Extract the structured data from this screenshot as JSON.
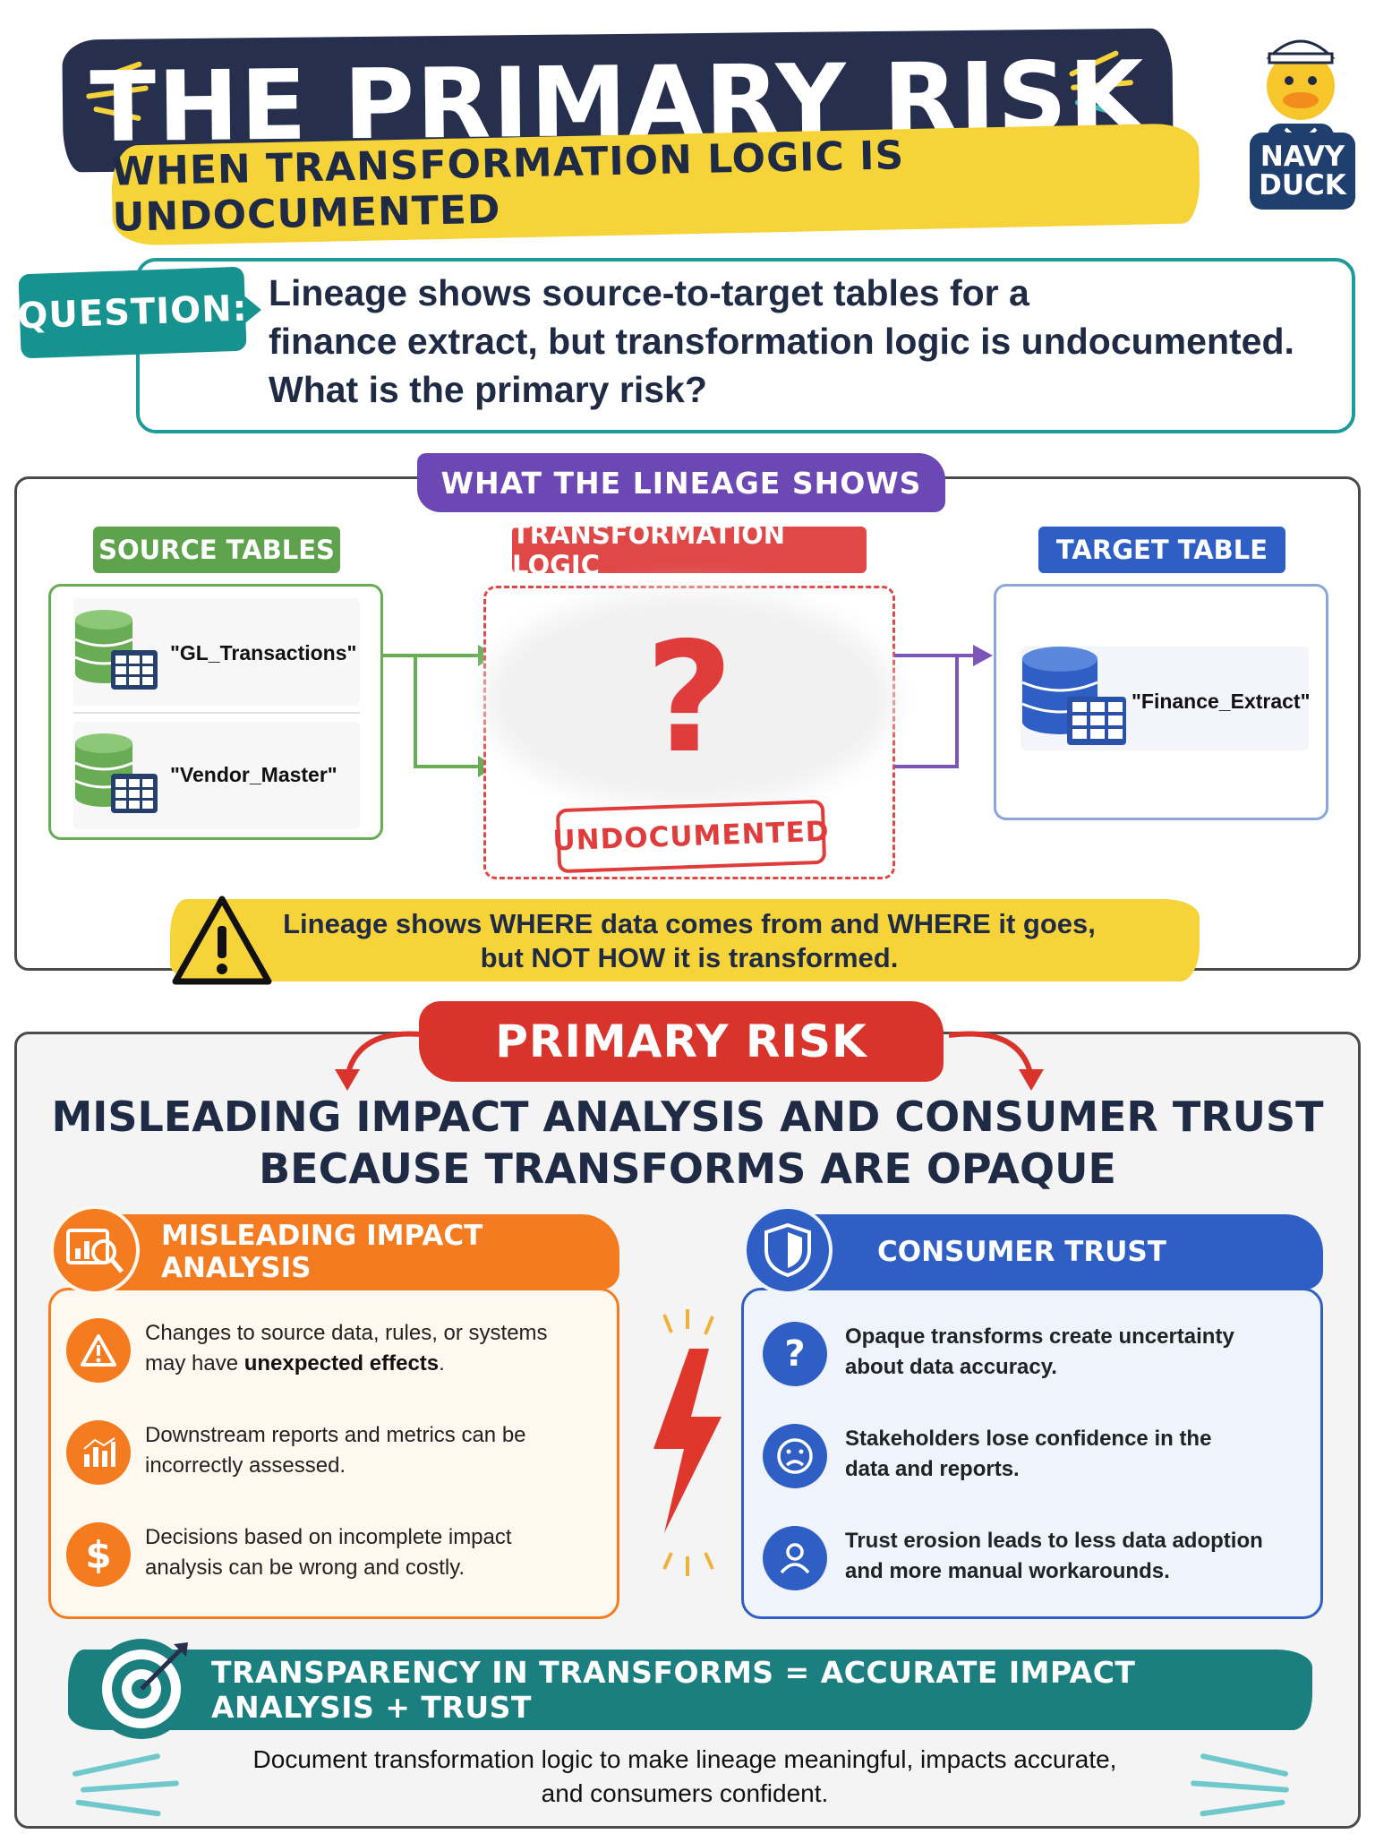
{
  "header": {
    "title": "THE PRIMARY RISK",
    "subtitle": "WHEN TRANSFORMATION LOGIC IS UNDOCUMENTED",
    "logo_line1": "NAVY",
    "logo_line2": "DUCK"
  },
  "question": {
    "tag": "QUESTION:",
    "lines": [
      "Lineage shows source-to-target tables for a",
      "finance extract, but transformation logic is undocumented.",
      "What is the primary risk?"
    ]
  },
  "lineage": {
    "banner": "WHAT THE LINEAGE SHOWS",
    "source_label": "SOURCE TABLES",
    "transform_label": "TRANSFORMATION LOGIC",
    "target_label": "TARGET TABLE",
    "sources": [
      "\"GL_Transactions\"",
      "\"Vendor_Master\""
    ],
    "target": "\"Finance_Extract\"",
    "unknown_mark": "?",
    "stamp": "UNDOCUMENTED",
    "note_lines": [
      "Lineage shows WHERE data comes from and WHERE it goes,",
      "but NOT HOW it is transformed."
    ]
  },
  "risk": {
    "banner": "PRIMARY RISK",
    "headline_lines": [
      "MISLEADING IMPACT ANALYSIS AND CONSUMER TRUST",
      "BECAUSE TRANSFORMS ARE OPAQUE"
    ],
    "impact": {
      "title": "MISLEADING IMPACT ANALYSIS",
      "items": [
        {
          "icon": "warning-icon",
          "line1": "Changes to source data, rules, or systems",
          "line2_pre": "may have ",
          "line2_bold": "unexpected effects",
          "line2_post": "."
        },
        {
          "icon": "bar-chart-icon",
          "line1": "Downstream reports and metrics can be",
          "line2": "incorrectly assessed."
        },
        {
          "icon": "dollar-icon",
          "glyph": "$",
          "line1": "Decisions based on incomplete impact",
          "line2": "analysis can be wrong and costly."
        }
      ]
    },
    "trust": {
      "title": "CONSUMER TRUST",
      "items": [
        {
          "icon": "question-icon",
          "glyph": "?",
          "line1": "Opaque transforms create uncertainty",
          "line2": "about data accuracy."
        },
        {
          "icon": "sad-face-icon",
          "line1": "Stakeholders lose confidence in the",
          "line2": "data and reports."
        },
        {
          "icon": "person-icon",
          "line1": "Trust erosion leads to less data adoption",
          "line2": "and more manual workarounds."
        }
      ]
    }
  },
  "footer": {
    "title": "TRANSPARENCY IN TRANSFORMS = ACCURATE IMPACT ANALYSIS + TRUST",
    "lines": [
      "Document transformation logic to make lineage meaningful, impacts accurate,",
      "and consumers confident."
    ]
  },
  "colors": {
    "navy": "#26304e",
    "yellow": "#f7d33a",
    "teal": "#17938f",
    "purple": "#6c48b4",
    "green": "#6aab55",
    "red": "#e03c3c",
    "blue": "#2f5fc4",
    "orange": "#f47b1f"
  }
}
